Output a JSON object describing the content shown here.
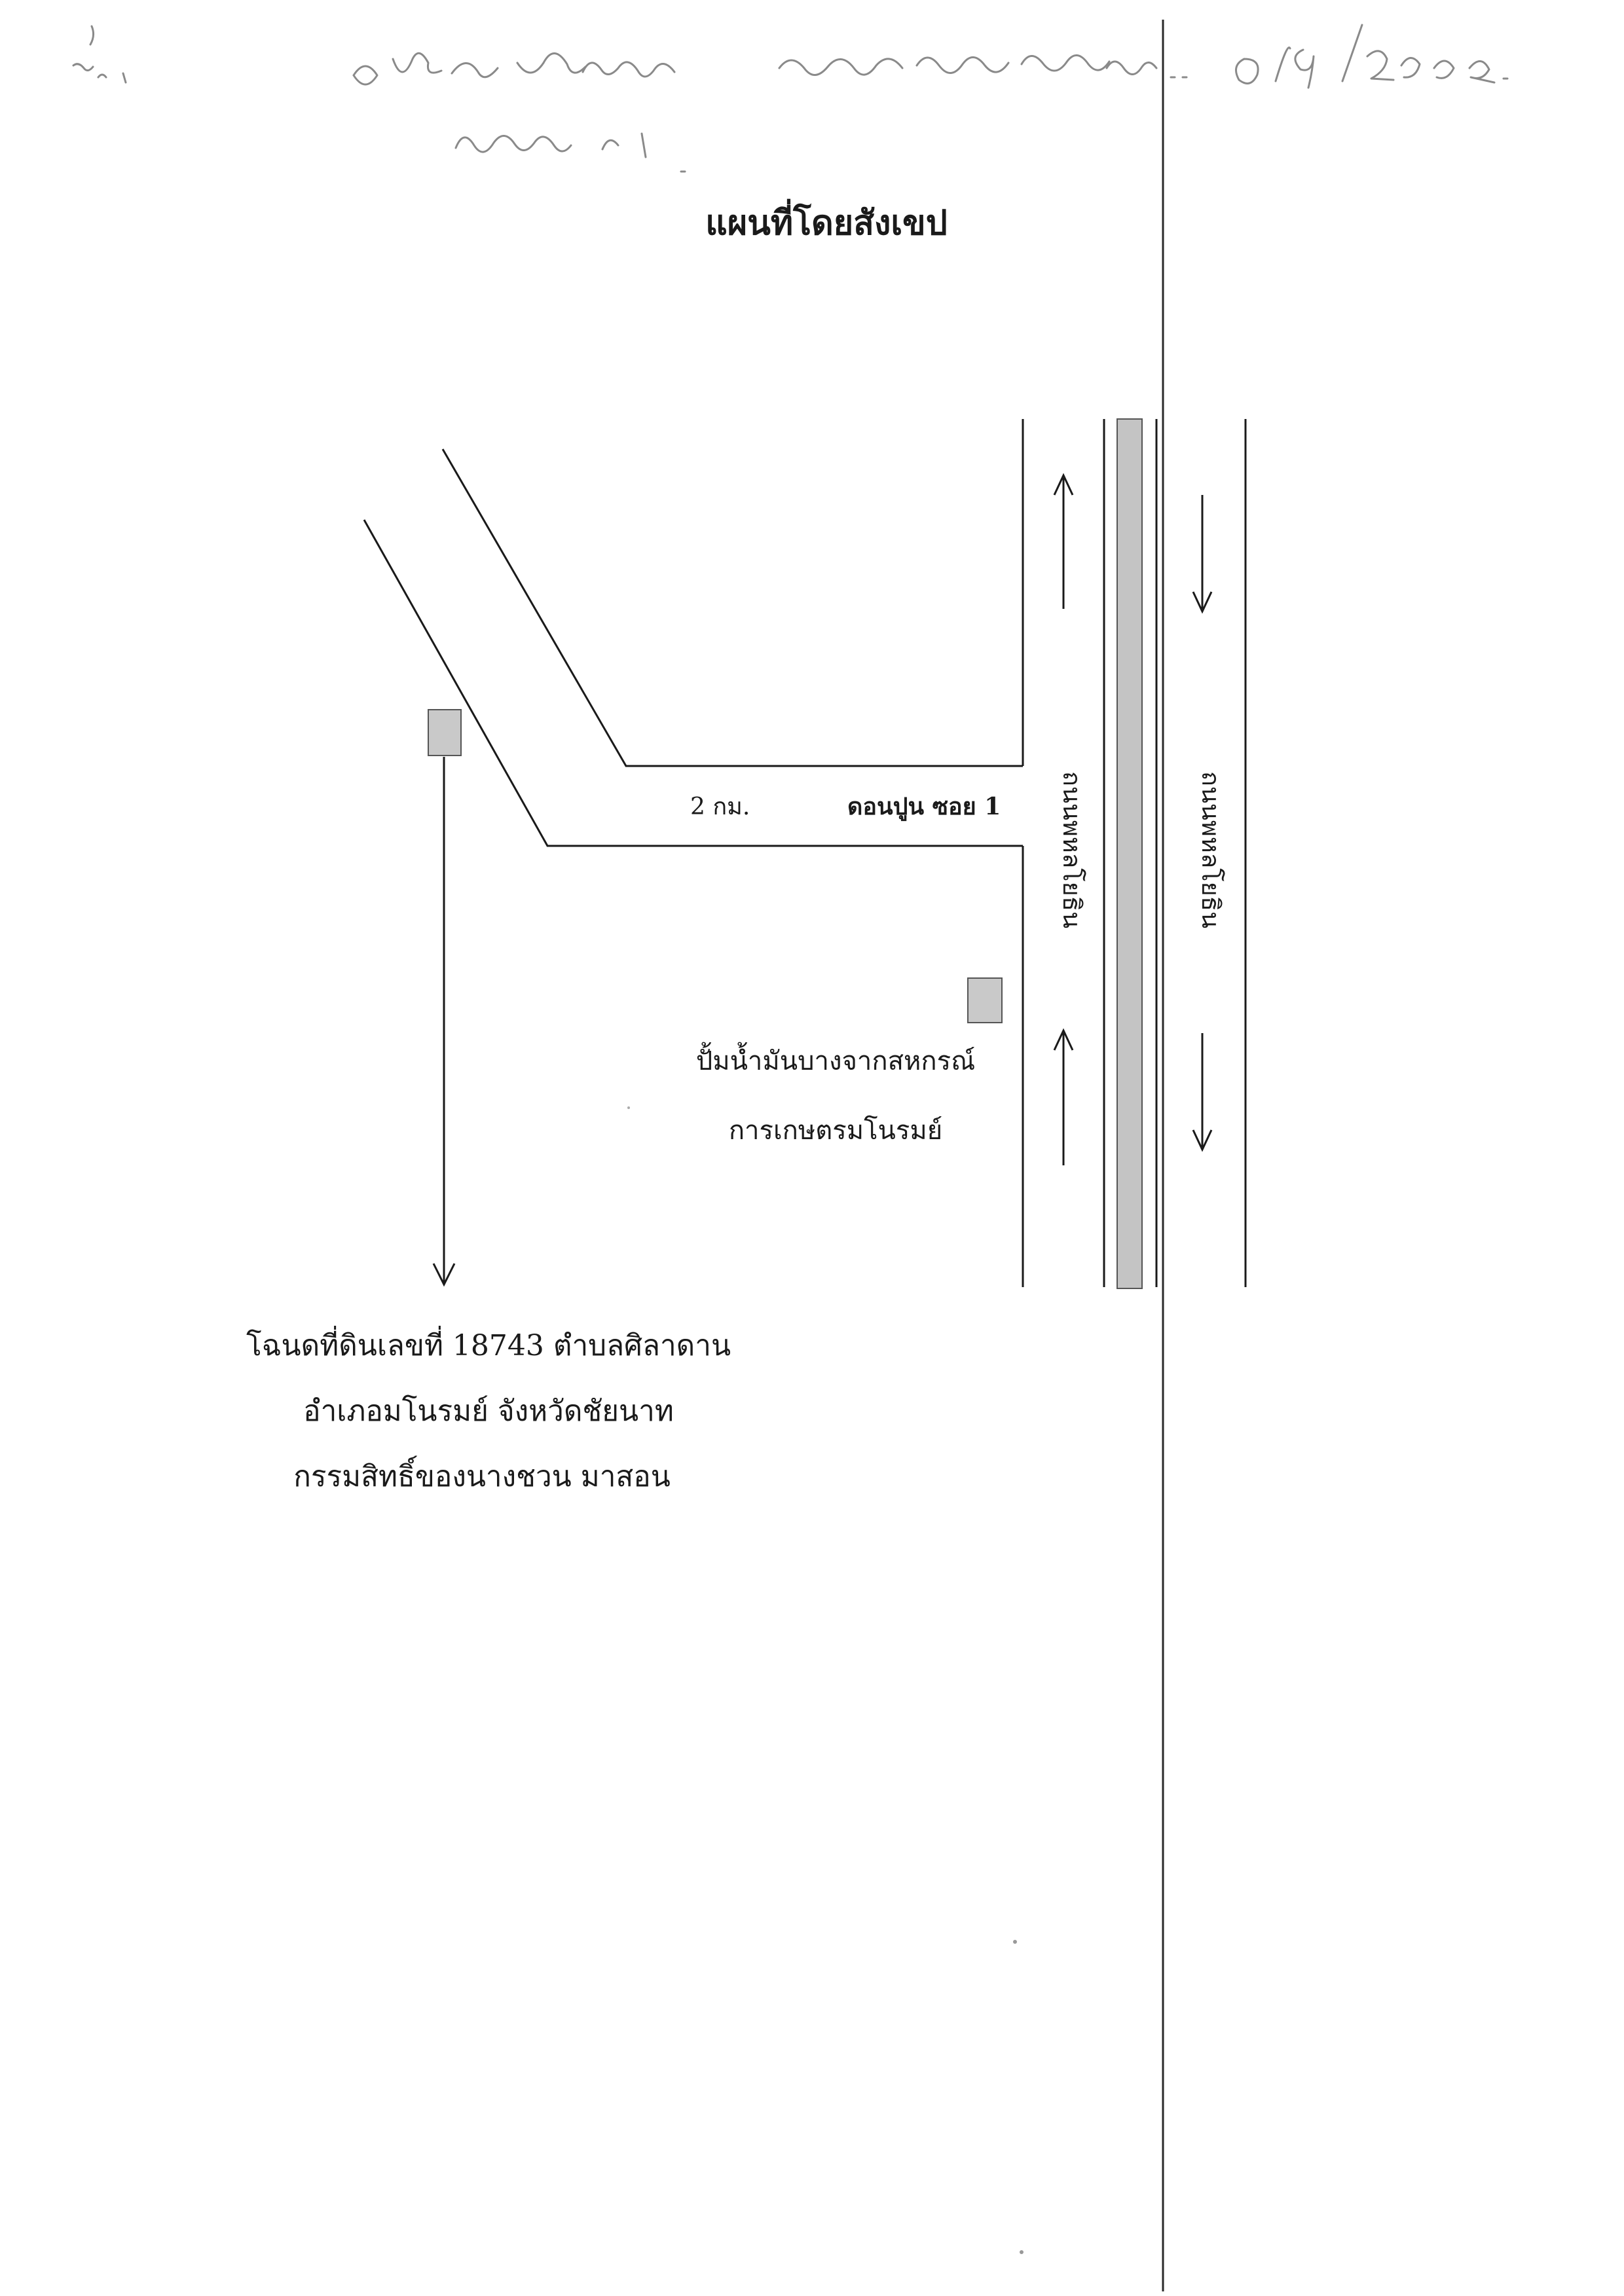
{
  "map": {
    "title": "แผนที่โดยสังเขป",
    "side_road_label": "ดอนปูน ซอย 1",
    "distance_label": "2 กม.",
    "highway_label": "ถนนพหลโยธิน",
    "gas_station": {
      "line1": "ปั้มน้ำมันบางจากสหกรณ์",
      "line2": "การเกษตรมโนรมย์"
    },
    "deed": {
      "line1": "โฉนดที่ดินเลขที่ 18743 ตำบลศิลาดาน",
      "line2": "อำเภอมโนรมย์ จังหวัดชัยนาท",
      "line3": "กรรมสิทธิ์ของนางชวน  มาสอน"
    },
    "colors": {
      "ink": "#1a1a1a",
      "marker_fill": "#c9c9c9",
      "median_fill": "#c4c4c4",
      "handwriting": "#8a8a8a"
    }
  }
}
